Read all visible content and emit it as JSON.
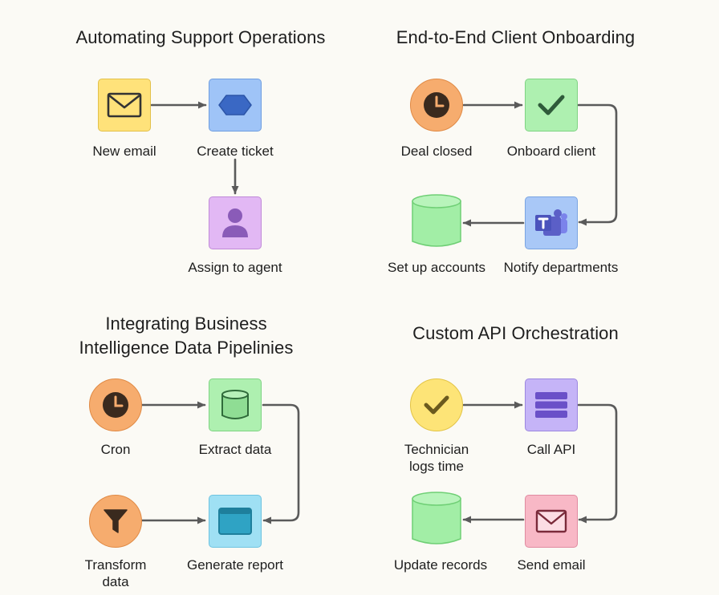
{
  "diagrams": [
    {
      "title": "Automating Support Operations",
      "nodes": [
        {
          "label": "New email",
          "icon": "envelope-icon",
          "fill": "#ffe27a",
          "stroke": "#e2c04a"
        },
        {
          "label": "Create ticket",
          "icon": "hexagon-icon",
          "fill": "#9fc4f7",
          "stroke": "#6f9ee0"
        },
        {
          "label": "Assign to agent",
          "icon": "person-icon",
          "fill": "#e2b8f4",
          "stroke": "#c08ad8"
        }
      ]
    },
    {
      "title": "End-to-End Client Onboarding",
      "nodes": [
        {
          "label": "Deal closed",
          "icon": "clock-icon",
          "fill": "#f6ac6e",
          "stroke": "#e08a45"
        },
        {
          "label": "Onboard client",
          "icon": "checkmark-icon",
          "fill": "#aef0b0",
          "stroke": "#7fd383"
        },
        {
          "label": "Notify departments",
          "icon": "teams-icon",
          "fill": "#a9c8f7",
          "stroke": "#7aa4e2"
        },
        {
          "label": "Set up accounts",
          "icon": "database-icon",
          "fill": "#a2eea6",
          "stroke": "#6fcf75"
        }
      ]
    },
    {
      "title": "Integrating Business\nIntelligence Data Pipelinies",
      "nodes": [
        {
          "label": "Cron",
          "icon": "clock-icon",
          "fill": "#f6ac6e",
          "stroke": "#e08a45"
        },
        {
          "label": "Extract data",
          "icon": "database-icon",
          "fill": "#aef0b0",
          "stroke": "#7fd383"
        },
        {
          "label": "Generate report",
          "icon": "window-icon",
          "fill": "#9fe0f4",
          "stroke": "#6ec3e0"
        },
        {
          "label": "Transform\ndata",
          "icon": "filter-icon",
          "fill": "#f6ac6e",
          "stroke": "#e08a45"
        }
      ]
    },
    {
      "title": "Custom API Orchestration",
      "nodes": [
        {
          "label": "Technician\nlogs time",
          "icon": "checkmark-icon",
          "fill": "#fde477",
          "stroke": "#e3c446"
        },
        {
          "label": "Call API",
          "icon": "server-icon",
          "fill": "#c5b4f7",
          "stroke": "#9c87e0"
        },
        {
          "label": "Send email",
          "icon": "envelope-icon",
          "fill": "#f8b8c6",
          "stroke": "#e08aa0"
        },
        {
          "label": "Update records",
          "icon": "database-icon",
          "fill": "#a2eea6",
          "stroke": "#6fcf75"
        }
      ]
    }
  ]
}
